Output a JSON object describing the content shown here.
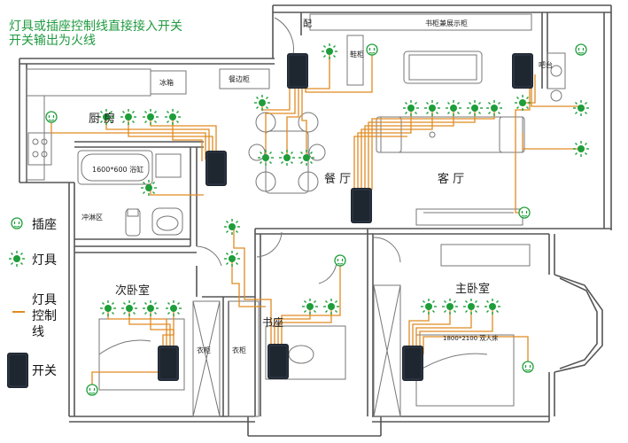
{
  "diagram": {
    "note_lines": [
      "灯具或插座控制线直接接入开关",
      "开关输出为火线"
    ],
    "rooms": {
      "kitchen": "厨 房",
      "dining": "餐 厅",
      "living": "客 厅",
      "second_bedroom": "次卧室",
      "study": "书座",
      "master_bedroom": "主卧室"
    },
    "fixtures": {
      "fridge": "冰箱",
      "sideboard": "餐边柜",
      "bathtub": "1600*600 浴缸",
      "shower": "冲淋区",
      "bookshelf": "书柜兼展示柜",
      "shoe_cabinet": "鞋柜",
      "bar": "吧台",
      "closet_study": "衣柜",
      "closet_second": "衣柜",
      "double_bed": "1800*2100 双人床",
      "pei": "配"
    },
    "legend": {
      "socket": "插座",
      "lamp": "灯具",
      "wire": "灯具控制线",
      "switch": "开关"
    },
    "colors": {
      "wire": "#e08a22",
      "lamp": "#1e9e3a",
      "switch": "#1e2630",
      "wall": "#555555"
    },
    "icons": [
      "socket-icon",
      "lamp-icon",
      "switch-icon"
    ]
  }
}
